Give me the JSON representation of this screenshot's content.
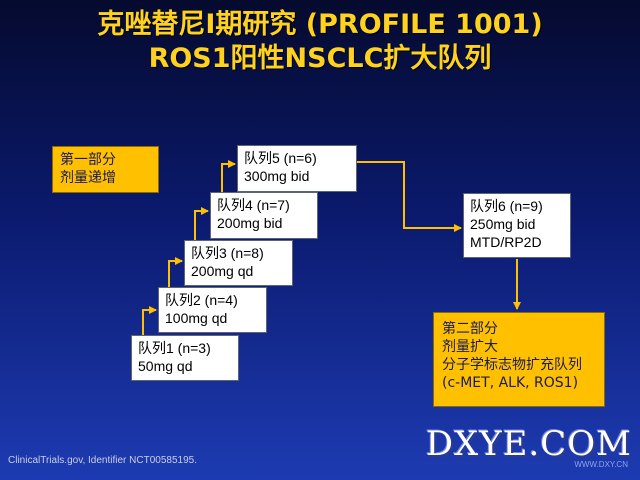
{
  "title": {
    "line1": "克唑替尼I期研究 (PROFILE 1001)",
    "line2": "ROS1阳性NSCLC扩大队列"
  },
  "part1": {
    "line1": "第一部分",
    "line2": "剂量递增"
  },
  "cohorts": [
    {
      "label": "队列1 (n=3)",
      "dose": "50mg qd"
    },
    {
      "label": "队列2 (n=4)",
      "dose": "100mg qd"
    },
    {
      "label": "队列3 (n=8)",
      "dose": "200mg qd"
    },
    {
      "label": "队列4 (n=7)",
      "dose": "200mg bid"
    },
    {
      "label": "队列5 (n=6)",
      "dose": "300mg bid"
    }
  ],
  "cohort6": {
    "label": "队列6 (n=9)",
    "dose": "250mg bid",
    "note": "MTD/RP2D"
  },
  "part2": {
    "line1": "第二部分",
    "line2": "剂量扩大",
    "line3": "分子学标志物扩充队列",
    "line4": "(c-MET, ALK, ROS1)"
  },
  "footer": "ClinicalTrials.gov, Identifier NCT00585195.",
  "watermark": {
    "main": "DXYE.COM",
    "sub": "WWW.DXY.CN"
  },
  "colors": {
    "title": "#ffd21f",
    "highlight_box": "#ffc000",
    "arrow": "#ffc000",
    "background_top": "#050a2e",
    "background_bottom": "#1d3bb2"
  }
}
